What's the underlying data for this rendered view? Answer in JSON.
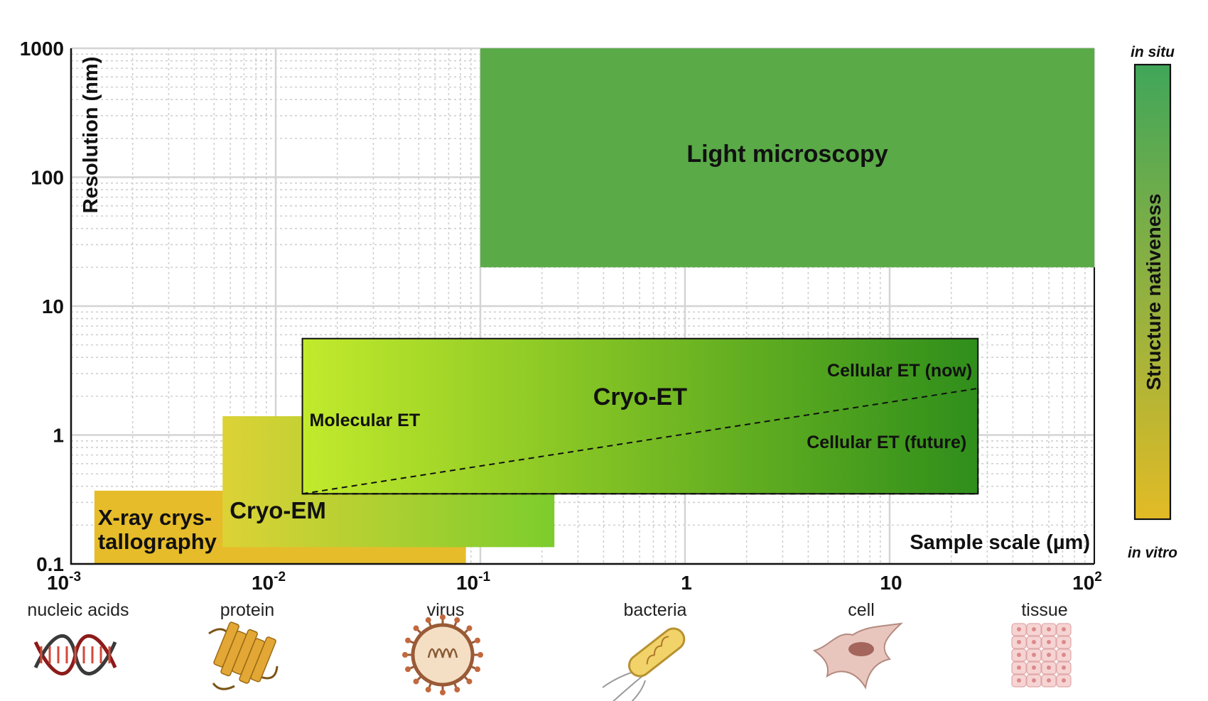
{
  "chart_data": {
    "type": "area",
    "xlabel": "Sample scale (µm)",
    "ylabel": "Resolution (nm)",
    "x_scale": "log",
    "y_scale": "log",
    "xlim": [
      0.001,
      100
    ],
    "ylim": [
      0.1,
      1000
    ],
    "grid": true,
    "x_ticks": [
      {
        "value": 0.001,
        "base": "10",
        "exp": "-3",
        "plain": ""
      },
      {
        "value": 0.01,
        "base": "10",
        "exp": "-2",
        "plain": ""
      },
      {
        "value": 0.1,
        "base": "10",
        "exp": "-1",
        "plain": ""
      },
      {
        "value": 1,
        "base": "",
        "exp": "",
        "plain": "1"
      },
      {
        "value": 10,
        "base": "",
        "exp": "",
        "plain": "10"
      },
      {
        "value": 100,
        "base": "10",
        "exp": "2",
        "plain": ""
      }
    ],
    "y_ticks": [
      {
        "value": 1000,
        "label": "1000"
      },
      {
        "value": 100,
        "label": "100"
      },
      {
        "value": 10,
        "label": "10"
      },
      {
        "value": 1,
        "label": "1"
      },
      {
        "value": 0.1,
        "label": "0.1"
      }
    ],
    "sample_categories": [
      {
        "name": "nucleic acids",
        "icon": "dna-icon",
        "x": 0.001
      },
      {
        "name": "protein",
        "icon": "protein-icon",
        "x": 0.01
      },
      {
        "name": "virus",
        "icon": "virus-icon",
        "x": 0.1
      },
      {
        "name": "bacteria",
        "icon": "bacteria-icon",
        "x": 1
      },
      {
        "name": "cell",
        "icon": "cell-icon",
        "x": 10
      },
      {
        "name": "tissue",
        "icon": "tissue-icon",
        "x": 100
      }
    ],
    "regions": [
      {
        "name": "Light microscopy",
        "x_range": [
          0.1,
          100
        ],
        "y_range": [
          20,
          1000
        ],
        "color": "#5aaa48"
      },
      {
        "name": "X-ray crys-\ntallography",
        "x_range": [
          0.0013,
          0.085
        ],
        "y_range": [
          0.1,
          0.37
        ],
        "color": "#e6bc2a"
      },
      {
        "name": "Cryo-EM",
        "x_range": [
          0.0055,
          0.23
        ],
        "y_range": [
          0.135,
          1.4
        ],
        "color_start": "#dcd236",
        "color_end": "#7ccd2c"
      },
      {
        "name": "Cryo-ET",
        "x_range": [
          0.0135,
          27
        ],
        "y_range": [
          0.35,
          5.6
        ],
        "color_start": "#c2ea2c",
        "color_end": "#2f8e1b"
      }
    ],
    "cryo_et_subregions": {
      "molecular": "Molecular ET",
      "cellular_now": "Cellular ET (now)",
      "cellular_future": "Cellular ET (future)",
      "boundary_from": [
        0.0135,
        0.35
      ],
      "boundary_to": [
        27,
        2.3
      ]
    },
    "nativeness_scale": {
      "title": "Structure nativeness",
      "top_label": "in situ",
      "bottom_label": "in vitro",
      "color_top": "#40a65a",
      "color_bottom": "#e2bb26"
    }
  }
}
